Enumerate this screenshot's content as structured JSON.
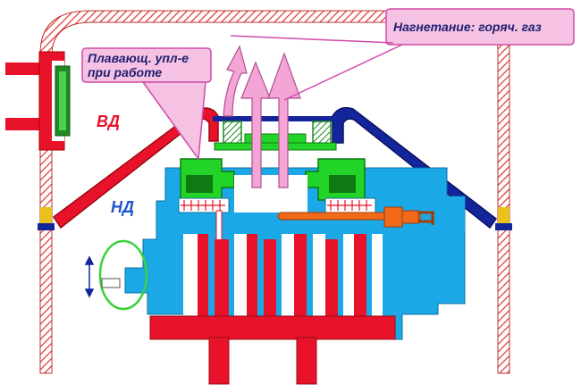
{
  "labels": {
    "discharge_callout": "Нагнетание: горяч. газ",
    "seal_callout_line1": "Плавающ. упл-е",
    "seal_callout_line2": "при работе",
    "high_pressure": "ВД",
    "low_pressure": "НД"
  },
  "colors": {
    "shell_hatch": "#e04040",
    "high_pressure": "#e8132a",
    "low_pressure": "#1ba8e6",
    "seal": "#22d428",
    "seal_dark": "#0f7a12",
    "discharge_arrows": "#f3a6d6",
    "callout_fill": "#f5c2e4",
    "callout_border": "#d04aa8",
    "dark_blue": "#13259a",
    "heater": "#f06a1a",
    "ring": "#3bd23b",
    "gasket": "#e8c21a",
    "text_dark": "#1f1f6e"
  },
  "icons": {
    "vertical_motion": "double-arrow-vertical-icon",
    "heater_plug": "plug-icon"
  }
}
